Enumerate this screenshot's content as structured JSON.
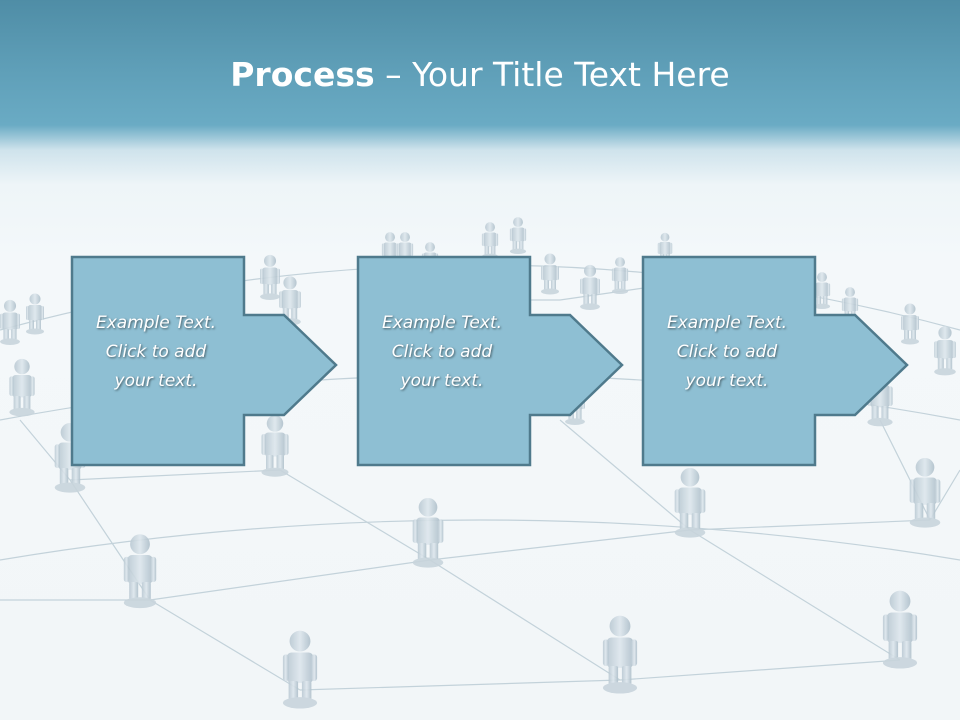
{
  "slide": {
    "title_bold": "Process",
    "title_rest": " – Your Title Text Here",
    "steps": [
      {
        "line1": "Example Text.",
        "line2": "Click  to add",
        "line3": "your text."
      },
      {
        "line1": "Example Text.",
        "line2": "Click  to add",
        "line3": "your text."
      },
      {
        "line1": "Example Text.",
        "line2": "Click  to add",
        "line3": "your text."
      }
    ]
  },
  "colors": {
    "header": "#5f9fb8",
    "box_fill": "#8ebfd3",
    "box_stroke": "#4f7a8c",
    "figure": "#c5d2db"
  }
}
